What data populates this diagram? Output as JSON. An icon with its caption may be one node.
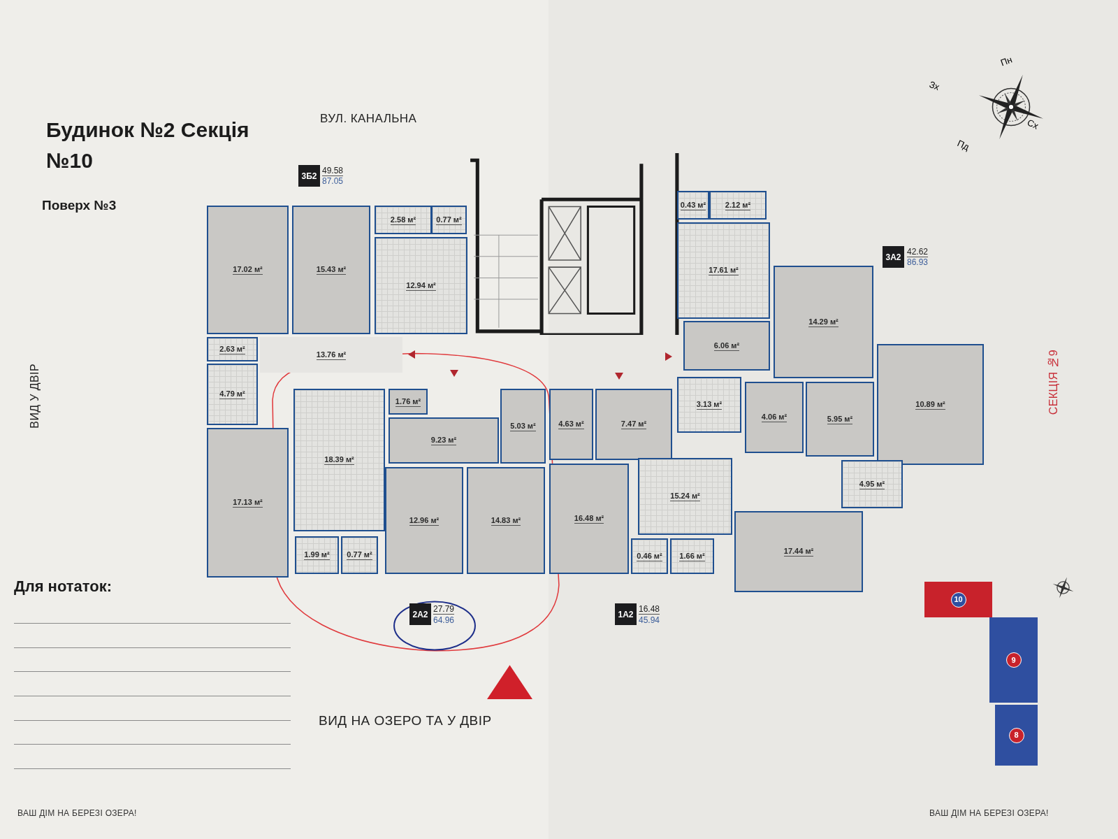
{
  "diagram": {
    "title": "Будинок №2 Секція №10",
    "nodes": [
      {
        "text": [
          "3Б2"
        ],
        "beside": [
          "49.58",
          "87.05"
        ]
      },
      {
        "text": [
          "0.43 м²"
        ]
      },
      {
        "text": [
          "2.12 м²"
        ]
      },
      {
        "text": [
          "2.58 м²"
        ]
      },
      {
        "text": [
          "0.77 м²"
        ]
      },
      {
        "text": [
          "17.02 м²"
        ]
      },
      {
        "text": [
          "15.43 м²"
        ]
      },
      {
        "text": [
          "12.94 м²"
        ]
      },
      {
        "text": [
          "3А2"
        ],
        "beside": [
          "42.62",
          "86.93"
        ]
      },
      {
        "text": [
          "17.61 м²"
        ]
      },
      {
        "text": [
          "14.29 м²"
        ]
      },
      {
        "text": [
          "2.63 м²"
        ]
      },
      {
        "text": [
          "13.76 м²"
        ]
      },
      {
        "text": [
          "6.06 м²"
        ]
      },
      {
        "text": [
          "4.79 м²"
        ]
      },
      {
        "text": [
          "1.76 м²"
        ]
      },
      {
        "text": [
          "5.03 м²"
        ]
      },
      {
        "text": [
          "3.13 м²"
        ]
      },
      {
        "text": [
          "10.89 м²"
        ]
      },
      {
        "text": [
          "4.06 м²"
        ]
      },
      {
        "text": [
          "5.95 м²"
        ]
      },
      {
        "text": [
          "4.63 м²"
        ]
      },
      {
        "text": [
          "7.47 м²"
        ]
      },
      {
        "text": [
          "9.23 м²"
        ]
      },
      {
        "text": [
          "18.39 м²"
        ]
      },
      {
        "text": [
          "17.13 м²"
        ]
      },
      {
        "text": [
          "15.24 м²"
        ]
      },
      {
        "text": [
          "12.96 м²"
        ]
      },
      {
        "text": [
          "14.83 м²"
        ]
      },
      {
        "text": [
          "16.48 м²"
        ]
      },
      {
        "text": [
          "4.95 м²"
        ]
      },
      {
        "text": [
          "17.44 м²"
        ]
      },
      {
        "text": [
          "0.46 м²"
        ]
      },
      {
        "text": [
          "1.66 м²"
        ]
      },
      {
        "text": [
          "1.99 м²"
        ]
      },
      {
        "text": [
          "0.77 м²"
        ]
      },
      {
        "text": [
          "2А2"
        ],
        "beside": [
          "27.79",
          "64.96"
        ]
      },
      {
        "text": [
          "1А2"
        ],
        "beside": [
          "16.48",
          "45.94"
        ]
      },
      {
        "text": [
          "10"
        ]
      },
      {
        "text": [
          "9"
        ]
      },
      {
        "text": [
          "8"
        ]
      }
    ],
    "labels": [
      "Поверх №3",
      "ВУЛ. КАНАЛЬНА",
      "Пн",
      "Зх",
      "Сх",
      "Пд",
      "ВИД У ДВІР",
      "СЕКЦІЯ №9",
      "Для нотаток:",
      "ВИД НА ОЗЕРО ТА У ДВІР",
      "ВАШ ДІМ НА БЕРЕЗІ ОЗЕРА!",
      "ВАШ ДІМ НА БЕРЕЗІ ОЗЕРА!"
    ]
  }
}
